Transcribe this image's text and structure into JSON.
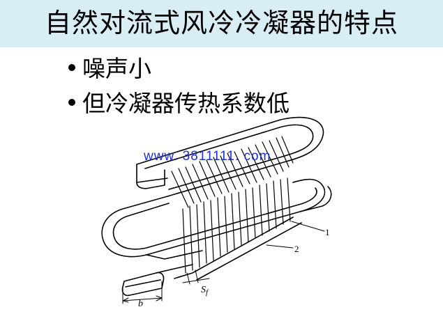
{
  "slide": {
    "title": "自然对流式风冷冷凝器的特点",
    "bullets": [
      "噪声小",
      "但冷凝器传热系数低"
    ]
  },
  "figure": {
    "watermark": "www. 3811111. com",
    "labels": {
      "part_1": "1",
      "part_2": "2",
      "pitch": "S",
      "pitch_sub": "f",
      "width": "b"
    }
  },
  "colors": {
    "title_background": "#d9eef4",
    "watermark": "#1f2fd6",
    "text": "#000000"
  }
}
